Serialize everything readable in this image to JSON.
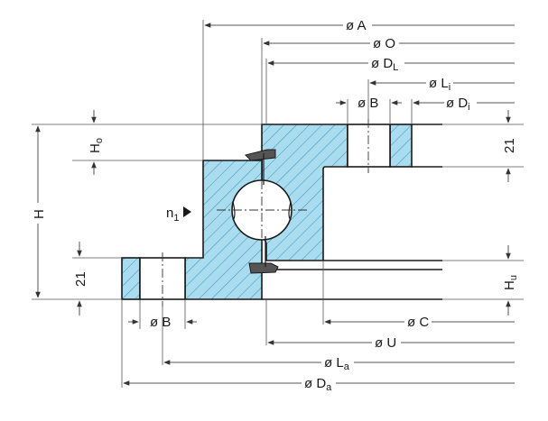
{
  "colors": {
    "fill": "#a9dcef",
    "hatch": "#3a8fb5",
    "line": "#1a1a1a"
  },
  "labels": {
    "A": "ø A",
    "O": "ø O",
    "DL_main": "ø D",
    "DL_sub": "L",
    "Li_main": "ø L",
    "Li_sub": "i",
    "B_top": "ø B",
    "Di_main": "ø D",
    "Di_sub": "i",
    "H": "H",
    "Ho_main": "H",
    "Ho_sub": "o",
    "n1_main": "n",
    "n1_sub": "1",
    "top_21": "21",
    "bottom_21": "21",
    "Hu_main": "H",
    "Hu_sub": "u",
    "B_bottom": "ø B",
    "C": "ø C",
    "U": "ø U",
    "La_main": "ø L",
    "La_sub": "a",
    "Da_main": "ø D",
    "Da_sub": "a"
  }
}
